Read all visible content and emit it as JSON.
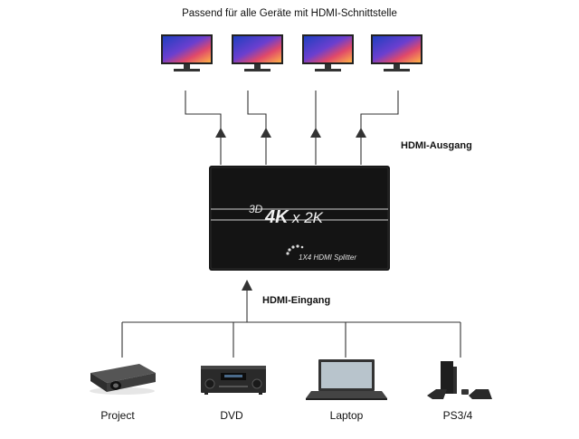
{
  "header": {
    "title": "Passend für alle Geräte mit HDMI-Schnittstelle"
  },
  "labels": {
    "output": "HDMI-Ausgang",
    "input": "HDMI-Eingang"
  },
  "device": {
    "badge_3d": "3D",
    "badge_4k": "4K",
    "badge_x2k": "x 2K",
    "model": "1X4  HDMI  Splitter"
  },
  "monitors": [
    "monitor-1",
    "monitor-2",
    "monitor-3",
    "monitor-4"
  ],
  "sources": [
    {
      "id": "project",
      "label": "Project",
      "icon": "projector-icon"
    },
    {
      "id": "dvd",
      "label": "DVD",
      "icon": "dvd-player-icon"
    },
    {
      "id": "laptop",
      "label": "Laptop",
      "icon": "laptop-icon"
    },
    {
      "id": "ps",
      "label": "PS3/4",
      "icon": "game-console-icon"
    }
  ],
  "colors": {
    "device": "#141414",
    "line": "#333333",
    "screen_a": "#2a49c9",
    "screen_b": "#e5475d"
  }
}
